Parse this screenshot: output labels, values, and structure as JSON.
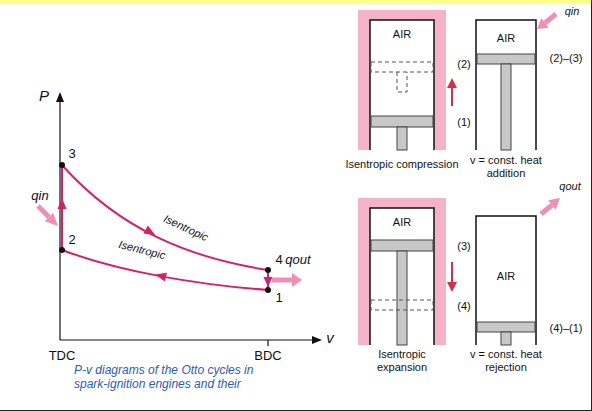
{
  "diagram": {
    "caption": "P-v diagrams of the Otto cycles in spark-ignition engines and their",
    "nodes": [
      {
        "text": [
          "AIR",
          "Isentropic compression"
        ]
      },
      {
        "text": [
          "AIR",
          "v = const. heat addition"
        ]
      },
      {
        "text": [
          "AIR",
          "Isentropic expansion"
        ]
      },
      {
        "text": [
          "AIR",
          "v = const. heat rejection"
        ]
      }
    ],
    "labels": [
      "P",
      "v",
      "TDC",
      "BDC",
      "3",
      "2",
      "4",
      "1",
      "qin",
      "qout",
      "Isentropic",
      "Isentropic",
      "(2)",
      "(1)",
      "(2)–(3)",
      "qin",
      "qout",
      "(3)",
      "(4)",
      "(4)–(1)"
    ]
  }
}
